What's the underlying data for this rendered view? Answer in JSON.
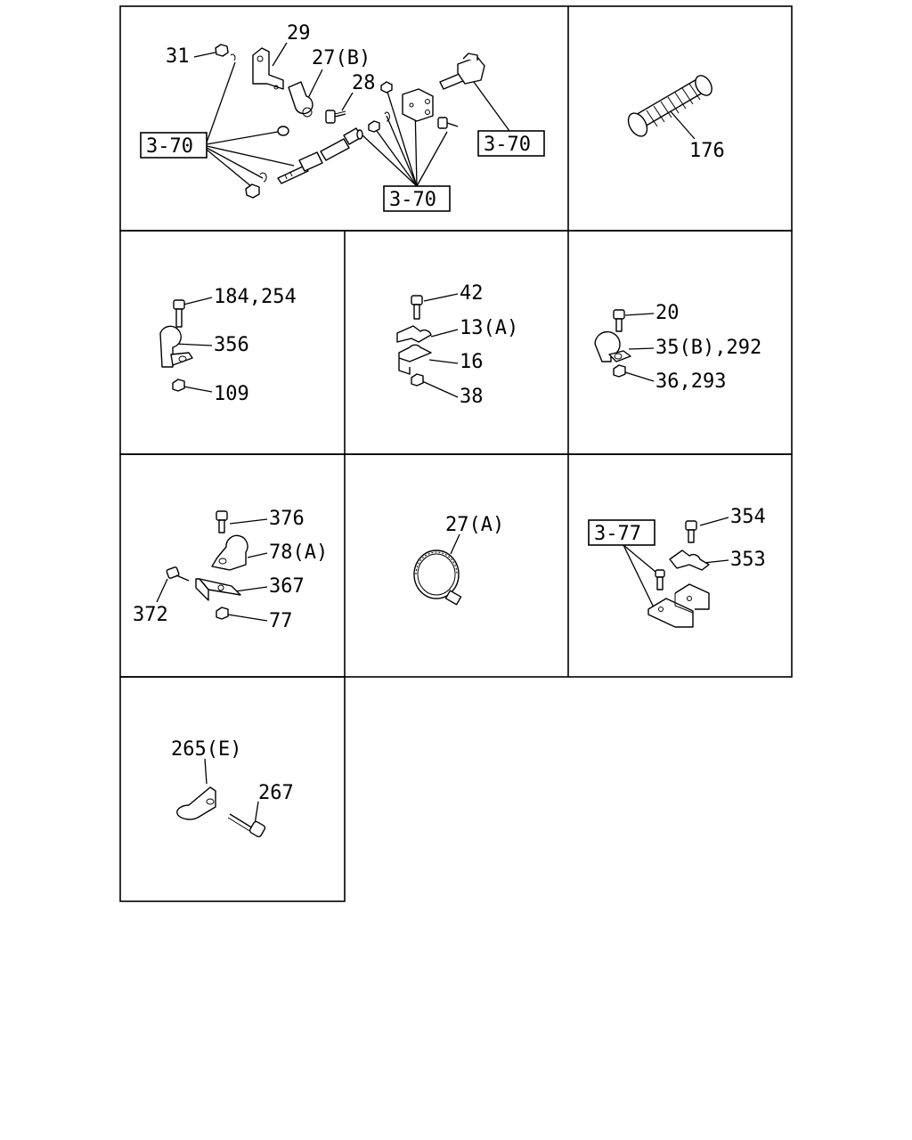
{
  "cells": {
    "c1": {
      "ref_left": "3-70",
      "ref_right": "3-70",
      "ref_bottom": "3-70",
      "l31": "31",
      "l29": "29",
      "l27b": "27(B)",
      "l28": "28"
    },
    "c2": {
      "l176": "176"
    },
    "c3": {
      "l184": "184,254",
      "l356": "356",
      "l109": "109"
    },
    "c4": {
      "l42": "42",
      "l13": "13(A)",
      "l16": "16",
      "l38": "38"
    },
    "c5": {
      "l20": "20",
      "l35": "35(B),292",
      "l36": "36,293"
    },
    "c6": {
      "l376": "376",
      "l78": "78(A)",
      "l367": "367",
      "l372": "372",
      "l77": "77"
    },
    "c7": {
      "l27a": "27(A)"
    },
    "c8": {
      "ref": "3-77",
      "l354": "354",
      "l353": "353"
    },
    "c9": {
      "l265": "265(E)",
      "l267": "267"
    }
  }
}
